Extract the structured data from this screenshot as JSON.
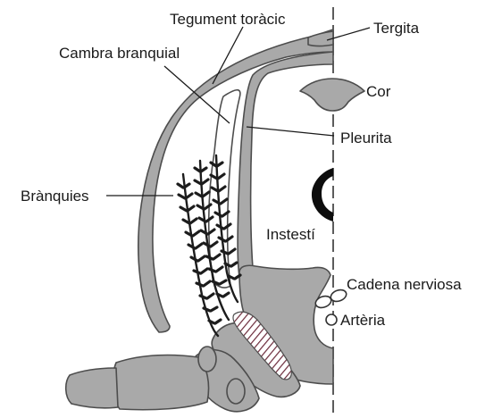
{
  "labels": {
    "tegument_toracic": "Tegument toràcic",
    "cambra_branquial": "Cambra branquial",
    "tergita": "Tergita",
    "cor": "Cor",
    "pleurita": "Pleurita",
    "branquies": "Brànquies",
    "intesti": "Instestí",
    "cadena_nerviosa": "Cadena nerviosa",
    "arteria": "Artèria"
  },
  "colors": {
    "body_gray": "#a9a9a9",
    "outline": "#4d4d4d",
    "gill_dark": "#1c1c1c",
    "hatch": "#6b2a3a"
  }
}
